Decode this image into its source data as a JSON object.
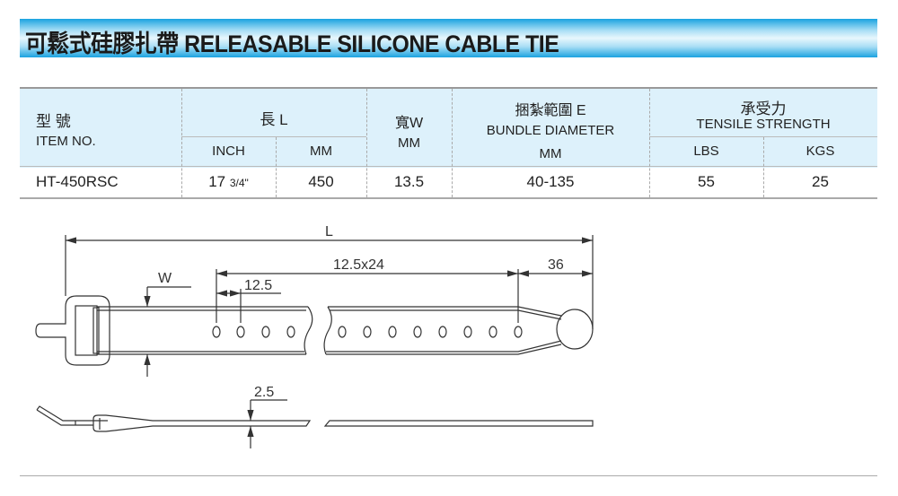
{
  "title": "可鬆式硅膠扎帶 RELEASABLE SILICONE CABLE TIE",
  "table": {
    "headers": {
      "item_zh": "型 號",
      "item_en": "ITEM NO.",
      "length": "長 L",
      "inch": "INCH",
      "length_mm": "MM",
      "width": "寬W",
      "width_mm": "MM",
      "bundle_zh": "捆紮範圍 E",
      "bundle_en": "BUNDLE DIAMETER",
      "bundle_mm": "MM",
      "tensile_zh": "承受力",
      "tensile_en": "TENSILE  STRENGTH",
      "lbs": "LBS",
      "kgs": "KGS"
    },
    "rows": [
      {
        "item": "HT-450RSC",
        "inch": "17",
        "inch_frac": "3/4\"",
        "mm": "450",
        "width": "13.5",
        "bundle": "40-135",
        "lbs": "55",
        "kgs": "25"
      }
    ]
  },
  "diagram": {
    "length_label": "L",
    "width_label": "W",
    "pitch_label": "12.5",
    "span_label": "12.5x24",
    "end_label": "36",
    "thickness_label": "2.5"
  }
}
